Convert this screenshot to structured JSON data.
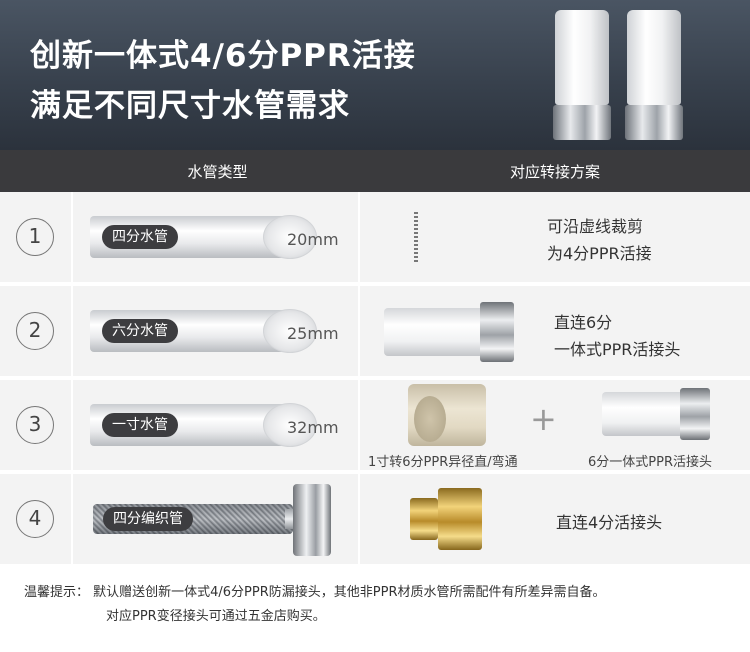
{
  "banner": {
    "title_line1": "创新一体式4/6分PPR活接",
    "title_line2": "满足不同尺寸水管需求"
  },
  "table": {
    "header_pipe": "水管类型",
    "header_solution": "对应转接方案",
    "rows": [
      {
        "num": "1",
        "pipe_label": "四分水管",
        "dim": "20mm",
        "solution_line1": "可沿虚线裁剪",
        "solution_line2": "为4分PPR活接"
      },
      {
        "num": "2",
        "pipe_label": "六分水管",
        "dim": "25mm",
        "solution_line1": "直连6分",
        "solution_line2": "一体式PPR活接头"
      },
      {
        "num": "3",
        "pipe_label": "一寸水管",
        "dim": "32mm",
        "caption_left": "1寸转6分PPR异径直/弯通",
        "caption_right": "6分一体式PPR活接头"
      },
      {
        "num": "4",
        "pipe_label": "四分编织管",
        "solution_line1": "直连4分活接头"
      }
    ]
  },
  "footer": {
    "line1": "温馨提示：  默认赠送创新一体式4/6分PPR防漏接头，其他非PPR材质水管所需配件有所差异需自备。",
    "line2": "对应PPR变径接头可通过五金店购买。"
  }
}
